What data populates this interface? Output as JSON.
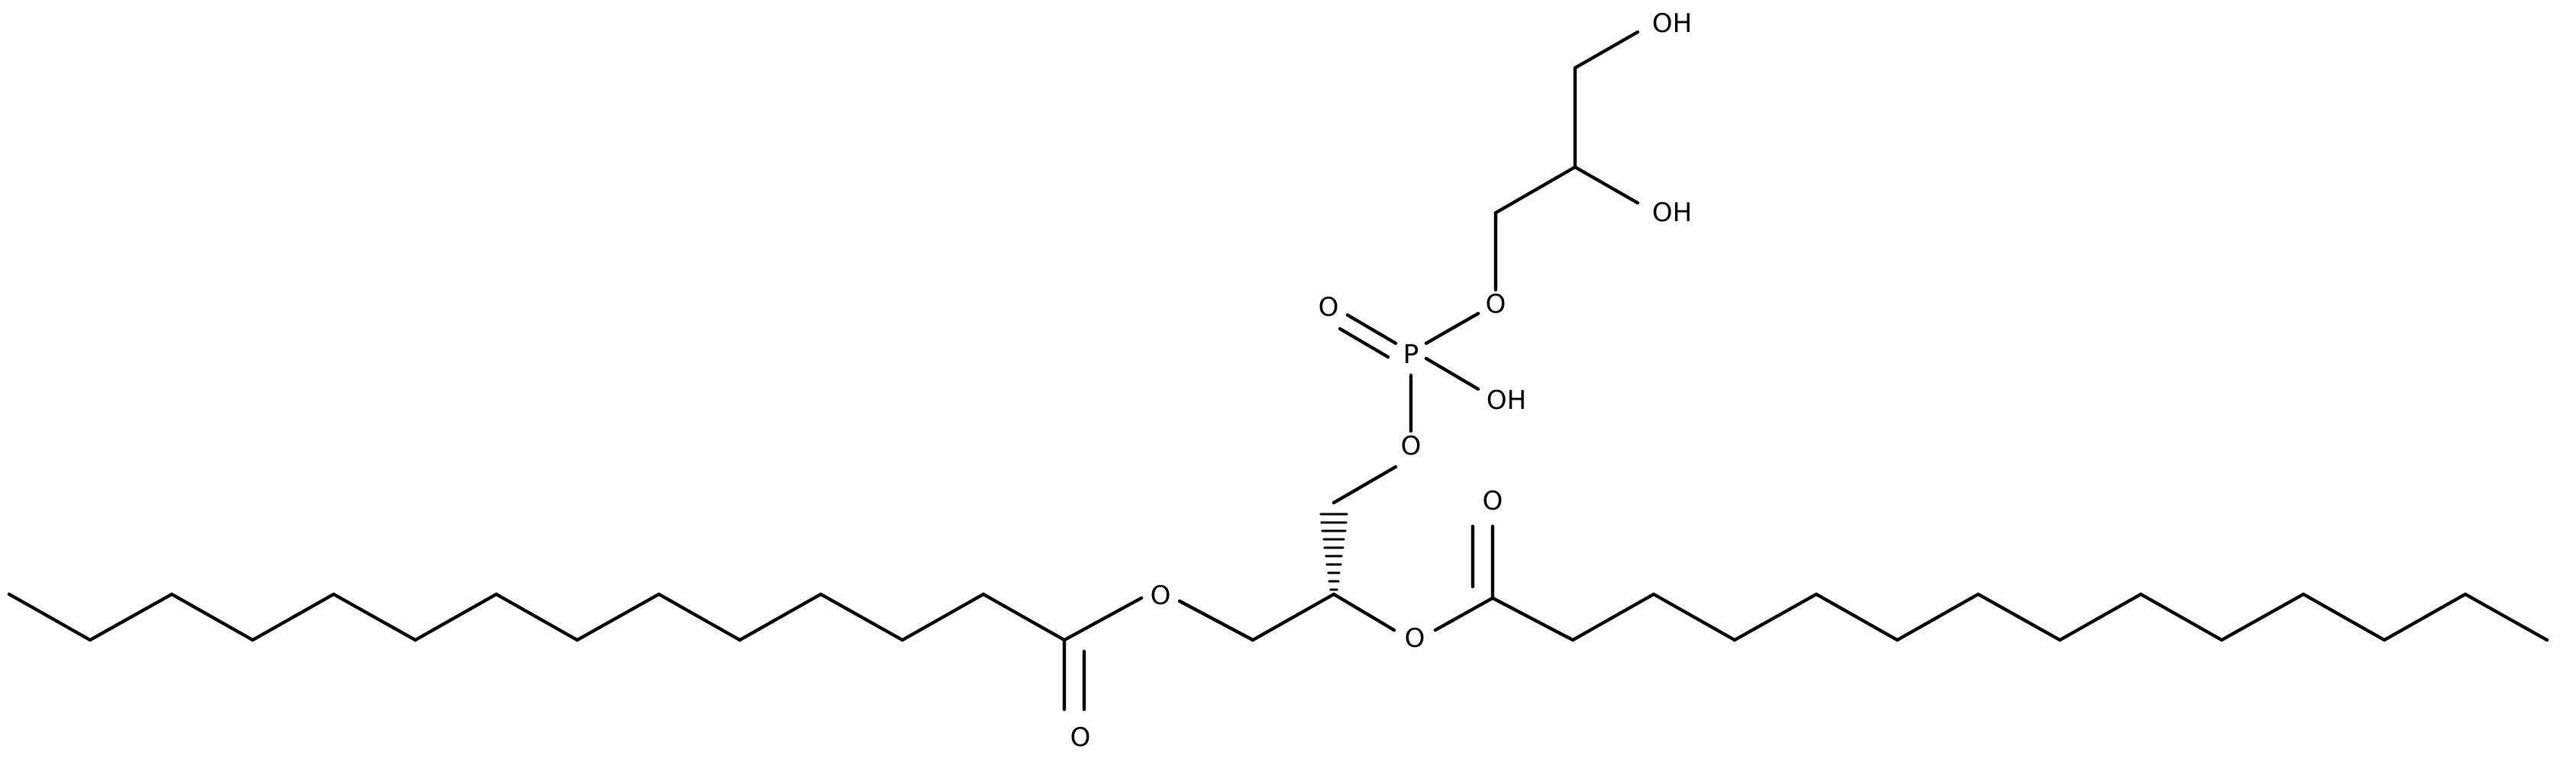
{
  "molecule": {
    "atom_labels": {
      "o_ester_left": "O",
      "o_carbonyl_left": "O",
      "o_ester_right": "O",
      "o_carbonyl_right": "O",
      "o_phosphate_lower": "O",
      "p_phosphorus": "P",
      "o_phosphoryl": "O",
      "oh_phosphate": "OH",
      "o_phosphate_upper": "O",
      "oh_secondary": "OH",
      "oh_primary": "OH"
    },
    "colors": {
      "bond": "#000000",
      "label": "#000000",
      "background": "#ffffff"
    }
  }
}
